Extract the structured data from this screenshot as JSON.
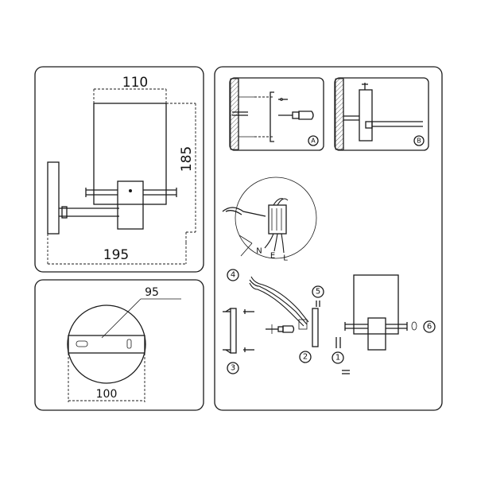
{
  "dimensions": {
    "shade_width": "110",
    "shade_height": "185",
    "projection": "195",
    "base_inner": "95",
    "base_outer": "100"
  },
  "steps": {
    "step1": "1",
    "step2": "2",
    "step3": "3",
    "step4": "4",
    "step5": "5",
    "step6": "6"
  },
  "details": {
    "detail_a": "A",
    "detail_b": "B"
  },
  "wires": [
    "N",
    "E",
    "L"
  ]
}
